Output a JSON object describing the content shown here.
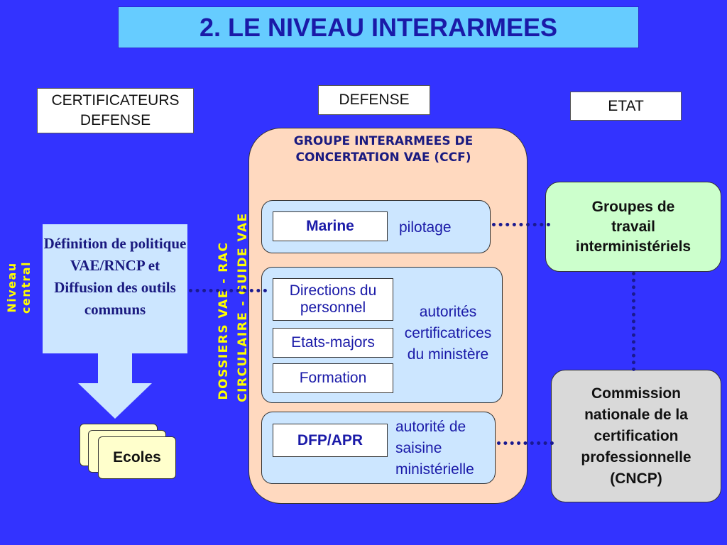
{
  "title": "2. LE NIVEAU INTERARMEES",
  "headers": {
    "certificateurs": "CERTIFICATEURS DEFENSE",
    "defense": "DEFENSE",
    "etat": "ETAT"
  },
  "groupe": {
    "title": "GROUPE INTERARMEES DE CONCERTATION VAE (CCF)"
  },
  "pilotage": {
    "box": "Marine",
    "label": "pilotage"
  },
  "autorites": {
    "boxes": [
      "Directions du personnel",
      "Etats-majors",
      "Formation"
    ],
    "label": "autorités certificatrices du ministère"
  },
  "saisine": {
    "box": "DFP/APR",
    "label": "autorité de saisine ministérielle"
  },
  "left": {
    "definition": "Définition de politique VAE/RNCP et Diffusion des outils communs",
    "niveau": "Niveau central",
    "ecoles": "Ecoles"
  },
  "vertical_text": {
    "line1": "DOSSIERS  VAE   -   RAC",
    "line2": "CIRCULAIRE   -   GUIDE VAE"
  },
  "right": {
    "groupes": "Groupes de travail interministériels",
    "cncp": "Commission nationale de la certification professionnelle (CNCP)"
  },
  "colors": {
    "background": "#3333ff",
    "title_bg": "#66ccff",
    "groupe_bg": "#ffd9bf",
    "light_blue": "#cce6ff",
    "green": "#ccffcc",
    "grey": "#d9d9d9",
    "yellow_text": "#ffff00"
  }
}
